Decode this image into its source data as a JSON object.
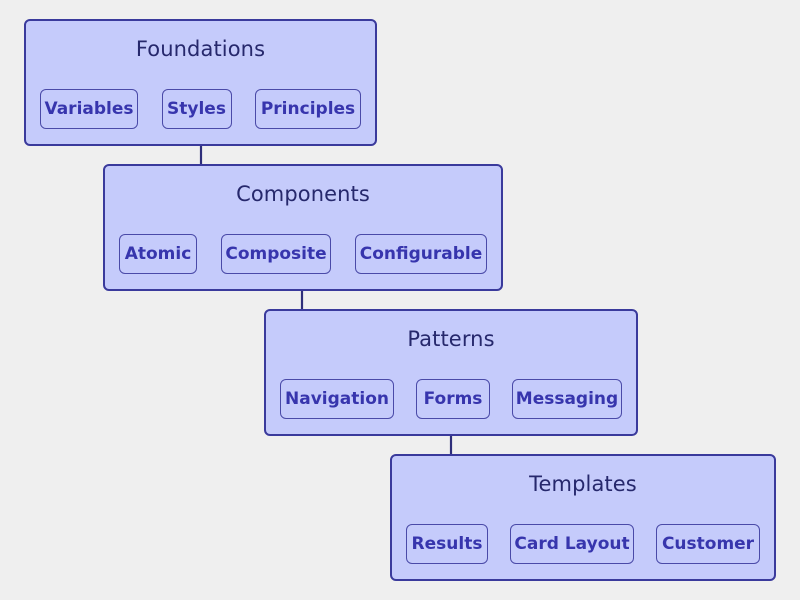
{
  "tiers": [
    {
      "title": "Foundations",
      "items": [
        "Variables",
        "Styles",
        "Principles"
      ]
    },
    {
      "title": "Components",
      "items": [
        "Atomic",
        "Composite",
        "Configurable"
      ]
    },
    {
      "title": "Patterns",
      "items": [
        "Navigation",
        "Forms",
        "Messaging"
      ]
    },
    {
      "title": "Templates",
      "items": [
        "Results",
        "Card Layout",
        "Customer"
      ]
    }
  ],
  "colors": {
    "background": "#efefef",
    "box_fill": "#c5cbfb",
    "box_border": "#3a3a9c",
    "title_text": "#26286c",
    "chip_text": "#3735ad",
    "arrow": "#2e2e7a"
  }
}
